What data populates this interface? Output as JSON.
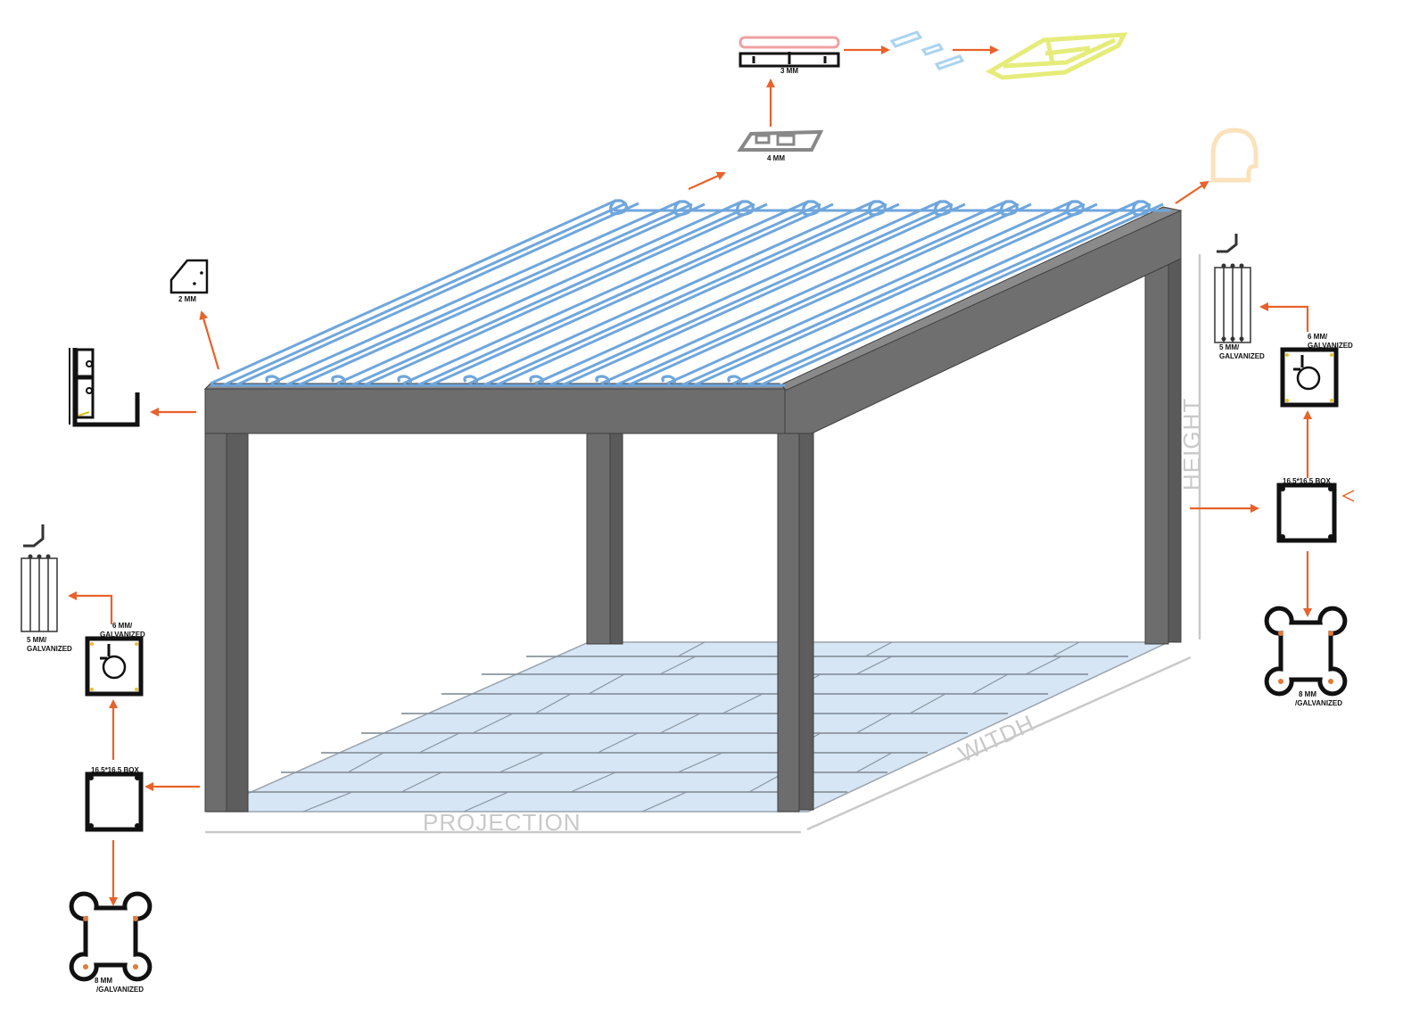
{
  "dimensions": {
    "projection": "PROJECTION",
    "width": "WITDH",
    "height": "HEIGHT"
  },
  "labels": {
    "gutter_connector": "3 MM",
    "louver_blade": "4 MM",
    "corner_plate": "2 MM",
    "beam_left": "6 MM/ GALVANIZED",
    "bracket_left": "5 MM/ GALVANIZED",
    "post_left": "16,5*16,5 BOX",
    "baseplate_left": "8 MM /GALVANIZED",
    "beam_right": "6 MM/ GALVANIZED",
    "bracket_right": "5 MM/ GALVANIZED",
    "post_right": "16,5*16,5 BOX",
    "baseplate_right": "8 MM /GALVANIZED"
  },
  "colors": {
    "arrow": "#e8622a",
    "frame": "#6d6d6d",
    "frame_dark": "#4a4a4a",
    "roof_slats": "#6fa6dc",
    "floor": "#d6e6f5",
    "dimension": "#c9c9c9",
    "gutter_pink": "#f0a0a0",
    "clip_blue": "#a9d3f0",
    "assembly_yellow": "#e6ec7a",
    "cap_peach": "#fbe2bb"
  },
  "icons": [
    "corner-plate-icon",
    "gutter-profile-icon",
    "louver-blade-icon",
    "gutter-connector-icon",
    "clip-icon",
    "blade-assembly-icon",
    "end-cap-icon",
    "bracket-icon",
    "beam-section-icon",
    "post-section-icon",
    "baseplate-icon"
  ]
}
